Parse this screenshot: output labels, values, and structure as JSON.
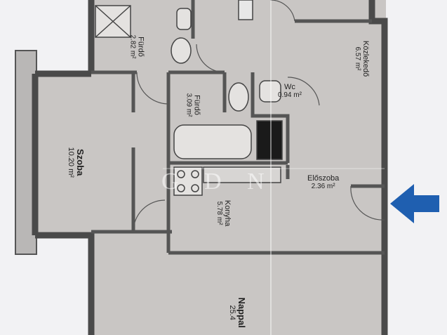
{
  "rooms": {
    "furdo1": {
      "name": "Fürdő",
      "area": "2.82 m²"
    },
    "furdo2": {
      "name": "Fürdő",
      "area": "3.09 m²"
    },
    "wc": {
      "name": "Wc",
      "area": "0.94 m²"
    },
    "kozlekedo": {
      "name": "Közlekedő",
      "area": "6.57 m²"
    },
    "szoba": {
      "name": "Szoba",
      "area": "10.20 m²"
    },
    "eloszoba": {
      "name": "Előszoba",
      "area": "2.36 m²"
    },
    "konyha": {
      "name": "Konyha",
      "area": "5.78 m²"
    },
    "nappali": {
      "name": "Nappal",
      "area": "25.4"
    }
  },
  "watermark": "G D N",
  "colors": {
    "wall": "#4a4a4a",
    "floor": "#c9c6c4",
    "outside": "#f2f2f4",
    "arrow": "#1f5fb0"
  },
  "icons": {
    "entrance": "entrance-arrow-icon"
  }
}
